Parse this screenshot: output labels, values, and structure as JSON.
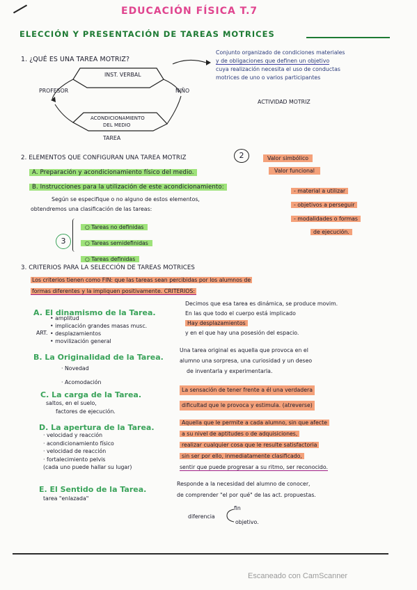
{
  "header": {
    "title": "EDUCACIÓN FÍSICA T.7",
    "subtitle": "ELECCIÓN Y PRESENTACIÓN DE TAREAS MOTRICES"
  },
  "section1": {
    "question": "1. ¿QUÉ ES UNA TAREA MOTRIZ?",
    "diagram": {
      "top": "INST. VERBAL",
      "left": "PROFESOR",
      "right": "NIÑO",
      "bottom_line1": "ACONDICIONAMIENTO",
      "bottom_line2": "DEL MEDIO",
      "caption": "TAREA"
    },
    "definition": [
      "Conjunto organizado de condiciones materiales",
      "y de obligaciones que definen un objetivo",
      "cuya realización necesita el uso de conductas",
      "motrices de uno o varios participantes"
    ],
    "result": "ACTIVIDAD MOTRIZ"
  },
  "section2": {
    "heading": "2. ELEMENTOS QUE CONFIGURAN UNA TAREA MOTRIZ",
    "count": "2",
    "valor_simbolico": "Valor simbólico",
    "valor_funcional": "Valor funcional",
    "itemA": "A. Preparación y acondicionamiento físico del medio.",
    "itemB": "B. Instrucciones para la utilización de este acondicionamiento:",
    "itemB_text": [
      "Según se especifique o no alguno de estos elementos,",
      "obtendremos una clasificación de las tareas:"
    ],
    "list_right": [
      "- material a utilizar",
      "- objetivos a perseguir",
      "- modalidades o formas",
      "de ejecución."
    ],
    "count3": "3",
    "tareas": [
      "Tareas no definidas",
      "Tareas semidefinidas",
      "Tareas definidas"
    ]
  },
  "section3": {
    "heading": "3. CRITERIOS PARA LA SELECCIÓN DE TAREAS MOTRICES",
    "intro": [
      "Los criterios tienen como FIN: que las tareas sean percibidas por los alumnos de",
      "formas diferentes y la impliquen positivamente. CRITERIOS:"
    ],
    "A": {
      "title": "A. El dinamismo de la Tarea.",
      "art": "ART.",
      "list": [
        "• amplitud",
        "• implicación grandes masas musc.",
        "• desplazamientos",
        "• movilización general"
      ],
      "right": [
        "Decimos que esa tarea es dinámica, se produce movim.",
        "En las que todo el cuerpo está implicado",
        "Hay desplazamientos",
        "y en el que hay una posesión del espacio."
      ]
    },
    "B": {
      "title": "B. La Originalidad de la Tarea.",
      "list": [
        "· Novedad",
        "· Acomodación"
      ],
      "right": [
        "Una tarea original es aquella que provoca en el",
        "alumno una sorpresa, una curiosidad y un deseo",
        "de inventarla y experimentarla."
      ]
    },
    "C": {
      "title": "C. La carga de la Tarea.",
      "list": [
        "saltos, en el suelo,",
        "factores de ejecución."
      ],
      "right": [
        "La sensación de tener frente a él una verdadera",
        "dificultad que le provoca y estimula. (atreverse)"
      ]
    },
    "D": {
      "title": "D. La apertura de la Tarea.",
      "list": [
        "· velocidad y reacción",
        "· acondicionamiento físico",
        "· velocidad de reacción",
        "· fortalecimiento pelvis",
        "(cada uno puede hallar su lugar)"
      ],
      "right": [
        "Aquella que le permite a cada alumno, sin que afecte",
        "a su nivel de aptitudes o de adquisiciones,",
        "realizar cualquier cosa que le resulte satisfactoria",
        "sin ser por ello, inmediatamente clasificado,",
        "sentir que puede progresar a su ritmo, ser reconocido."
      ]
    },
    "E": {
      "title": "E. El Sentido de la Tarea.",
      "sub": "tarea \"enlazada\"",
      "right": [
        "Responde a la necesidad del alumno de conocer,",
        "de comprender \"el por qué\" de las act. propuestas."
      ],
      "diff": "diferencia",
      "fin": "fin",
      "objetivo": "objetivo."
    }
  },
  "footer": {
    "scanner": "Escaneado con CamScanner"
  }
}
